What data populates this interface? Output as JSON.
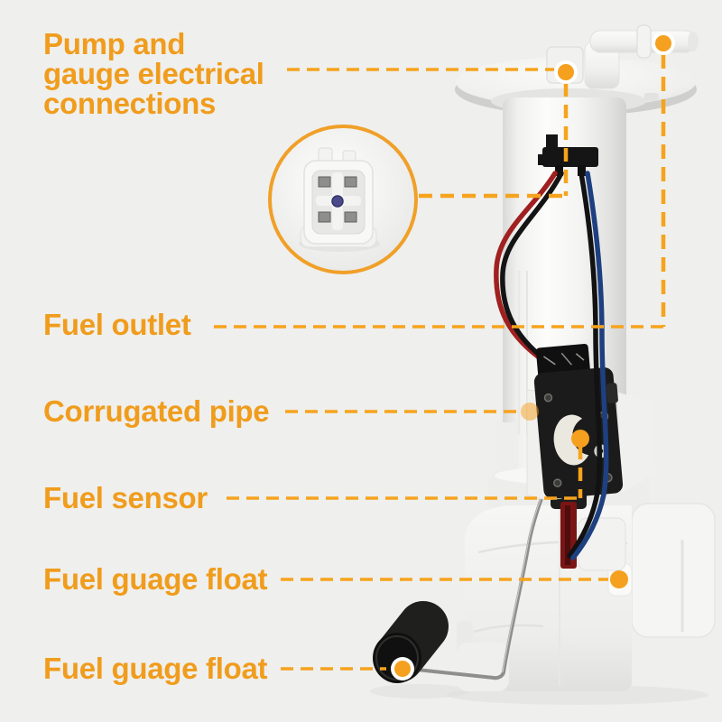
{
  "figure": {
    "type": "labeled-product-diagram",
    "subject": "Fuel pump module assembly",
    "labels": {
      "pump_gauge_connections": "Pump and\ngauge electrical\nconnections",
      "fuel_outlet": "Fuel outlet",
      "corrugated_pipe": "Corrugated pipe",
      "fuel_sensor": "Fuel sensor",
      "fuel_gauge_float_upper": "Fuel guage float",
      "fuel_gauge_float_lower": "Fuel guage float"
    },
    "depicted_parts": [
      "mounting-flange",
      "fuel-outlet-port",
      "electrical-connector",
      "connector-closeup-inset",
      "main-tube",
      "corrugated-pipe-ribs",
      "wiring-red-black",
      "wiring-blue-black",
      "fuel-sensor-unit",
      "reservoir-bucket",
      "float-arm",
      "fuel-float"
    ],
    "colors": {
      "background": "#efefed",
      "label_orange": "#f09c1c",
      "callout_orange": "#f6a31d",
      "plastic_white": "#f7f7f5",
      "part_black": "#1b1b1b",
      "wire_red": "#a02020",
      "wire_blue": "#1e4080",
      "connector_pin_dot_blue": "#4a4a8a"
    }
  }
}
